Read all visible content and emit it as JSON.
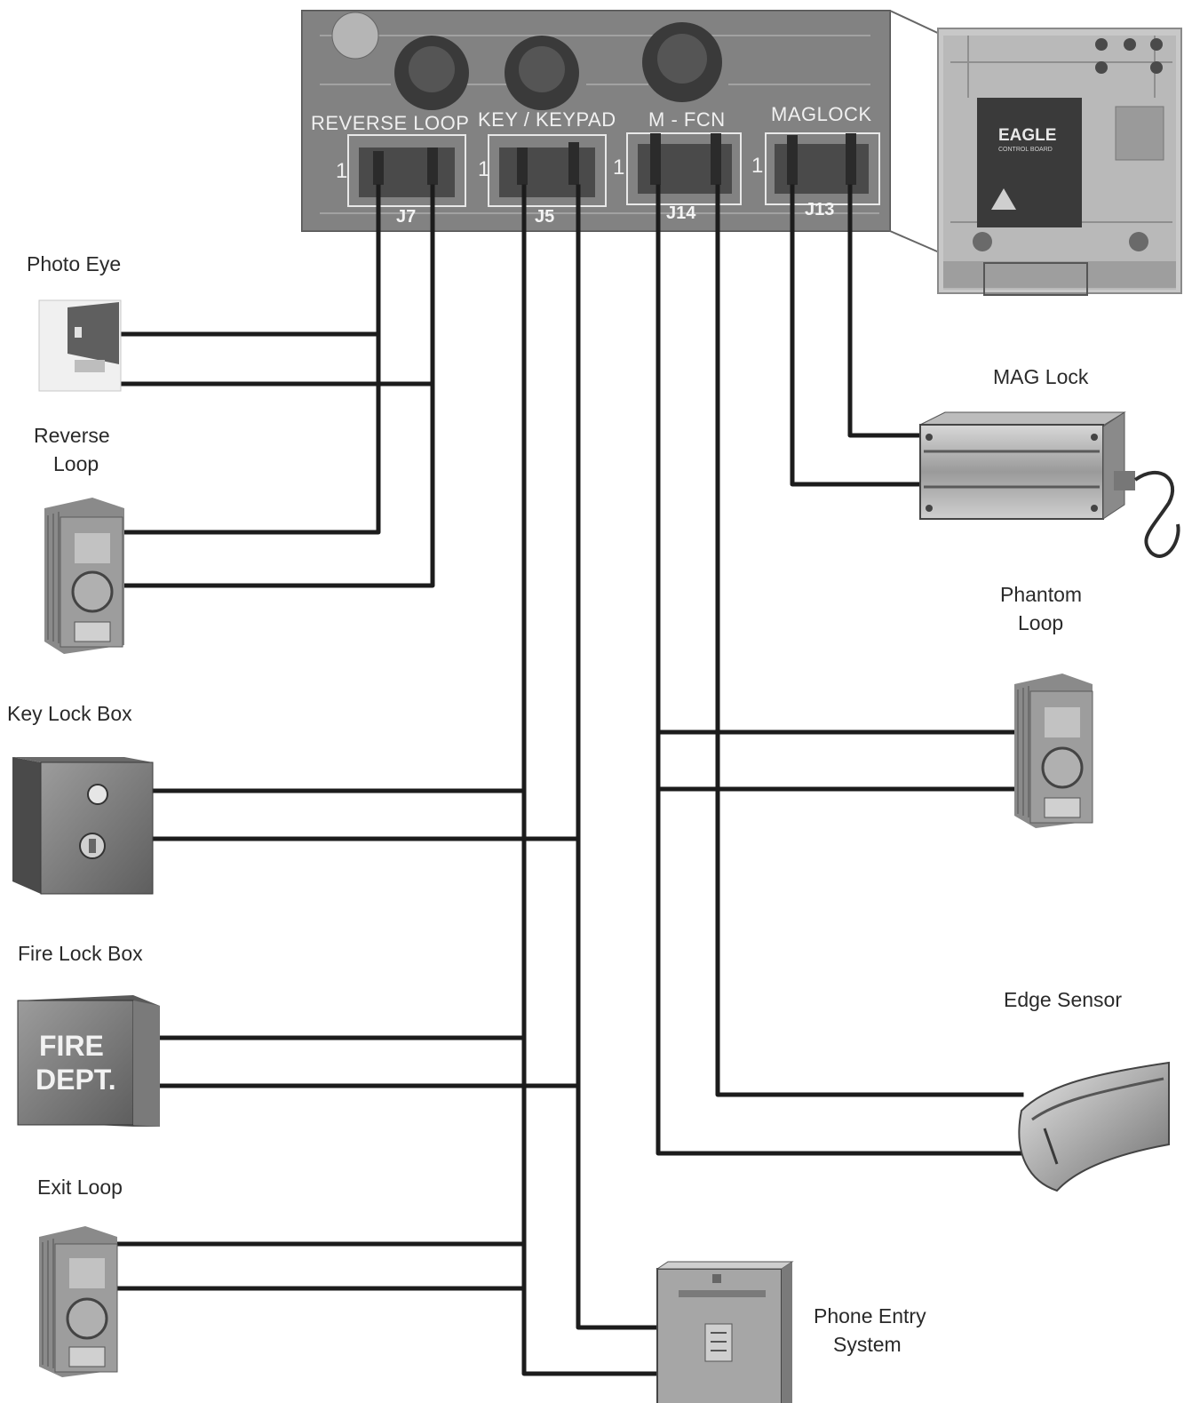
{
  "board": {
    "headers": [
      "REVERSE LOOP",
      "KEY / KEYPAD",
      "M - FCN",
      "MAGLOCK"
    ],
    "connectors": [
      "J7",
      "J5",
      "J14",
      "J13"
    ],
    "pin_marks": [
      "1",
      "1",
      "1",
      "1"
    ],
    "inset_brand": "EAGLE",
    "inset_subtitle": "CONTROL BOARD"
  },
  "devices": {
    "photo_eye": "Photo Eye",
    "reverse_loop": [
      "Reverse",
      "Loop"
    ],
    "key_lock_box": "Key Lock Box",
    "fire_lock_box": "Fire Lock Box",
    "fire_box_text": [
      "FIRE",
      "DEPT."
    ],
    "exit_loop": "Exit Loop",
    "mag_lock": "MAG Lock",
    "phantom_loop": [
      "Phantom",
      "Loop"
    ],
    "edge_sensor": "Edge Sensor",
    "phone_entry": [
      "Phone Entry",
      "System"
    ]
  }
}
